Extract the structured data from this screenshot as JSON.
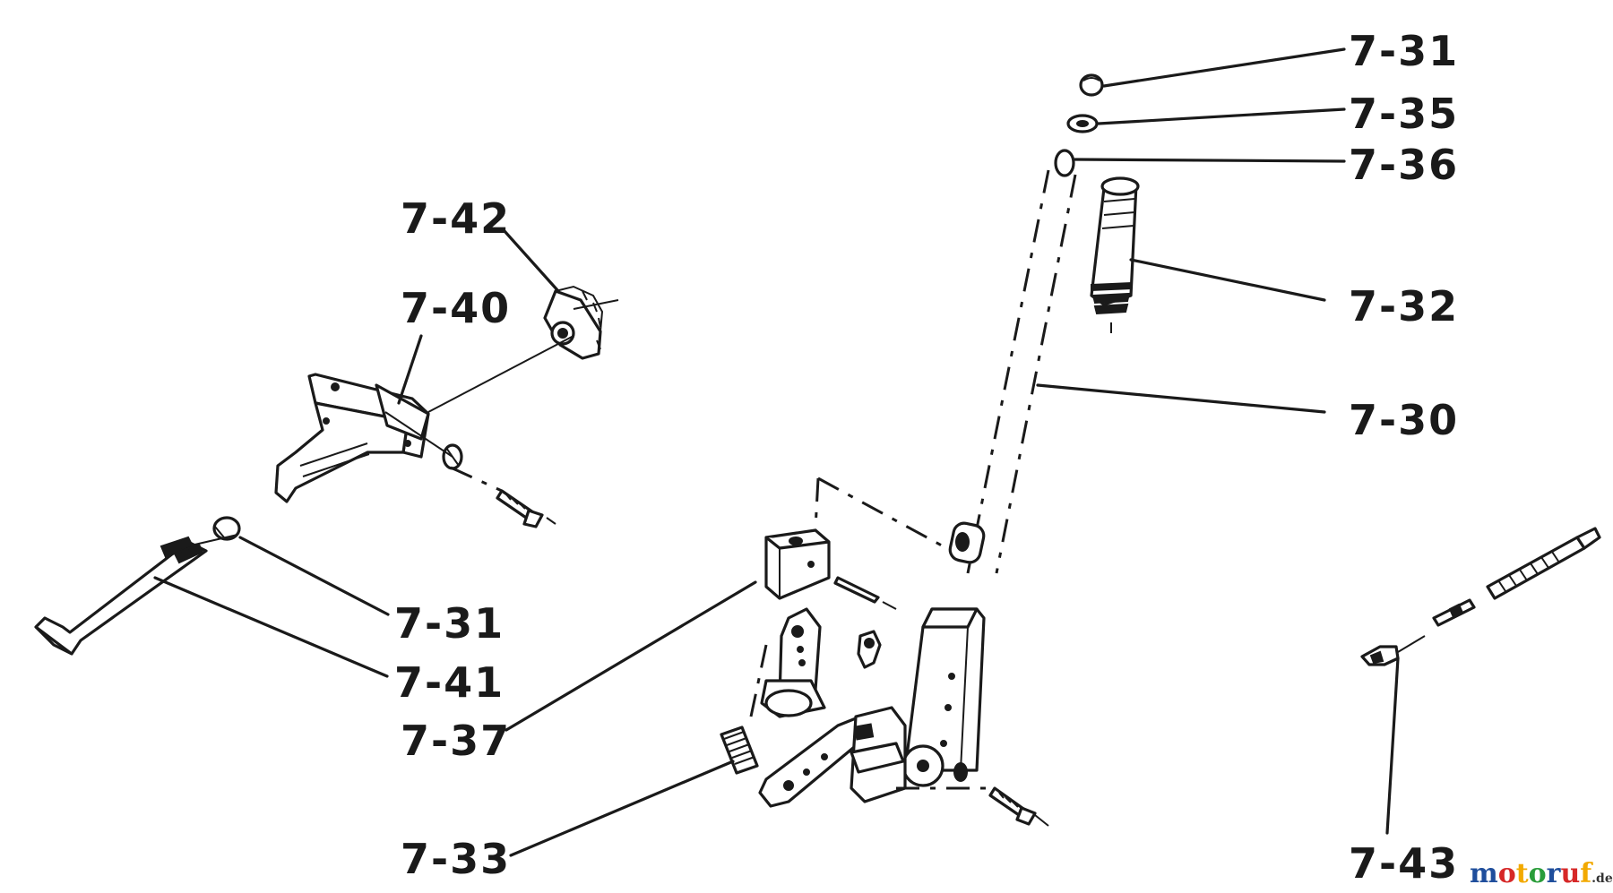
{
  "diagram": {
    "labels": {
      "p7_31_top": "7-31",
      "p7_35": "7-35",
      "p7_36": "7-36",
      "p7_32": "7-32",
      "p7_30": "7-30",
      "p7_42": "7-42",
      "p7_40": "7-40",
      "p7_31_left": "7-31",
      "p7_41": "7-41",
      "p7_37": "7-37",
      "p7_33": "7-33",
      "p7_43": "7-43"
    }
  },
  "watermark": {
    "text": "motoruf",
    "suffix": ".de",
    "colors": [
      "#1f4e9c",
      "#d62828",
      "#f2a900",
      "#2a9d3a"
    ]
  }
}
